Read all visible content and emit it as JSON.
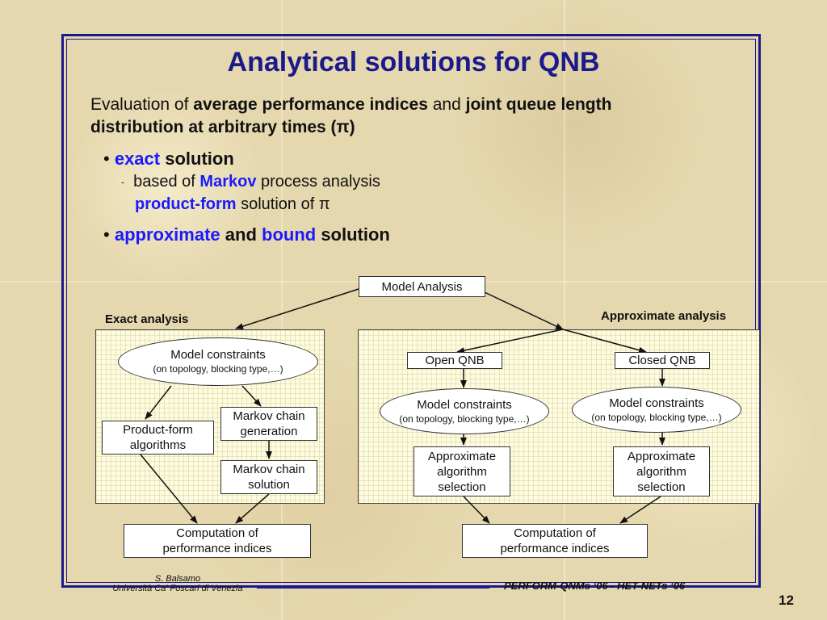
{
  "slide": {
    "title": "Analytical solutions for QNB",
    "intro": {
      "p1": "Evaluation of ",
      "p2": "average performance indices",
      "p3": " and ",
      "p4": "joint queue length",
      "p5": "distribution at arbitrary times (π)"
    },
    "bullet1": {
      "mark": "•",
      "blue": "exact",
      "rest": " solution"
    },
    "sub1": {
      "mark": "-",
      "p1": "based of ",
      "blue": "Markov",
      "p2": " process analysis"
    },
    "sub2": {
      "blue": "product-form",
      "p2": " solution of π"
    },
    "bullet2": {
      "mark": "•",
      "blue1": "approximate",
      "mid": " and ",
      "blue2": "bound",
      "rest": " solution"
    }
  },
  "diagram": {
    "model_analysis": "Model Analysis",
    "exact_label": "Exact analysis",
    "approx_label": "Approximate analysis",
    "exact": {
      "constraints_l1": "Model constraints",
      "constraints_l2": "(on topology, blocking type,…)",
      "product_form_l1": "Product-form",
      "product_form_l2": "algorithms",
      "markov_gen_l1": "Markov chain",
      "markov_gen_l2": "generation",
      "markov_sol_l1": "Markov chain",
      "markov_sol_l2": "solution",
      "computation_l1": "Computation of",
      "computation_l2": "performance indices"
    },
    "approx": {
      "open": "Open QNB",
      "closed": "Closed QNB",
      "constraints_l1": "Model constraints",
      "constraints_l2": "(on topology, blocking type,…)",
      "algo_l1": "Approximate",
      "algo_l2": "algorithm",
      "algo_l3": "selection",
      "computation_l1": "Computation of",
      "computation_l2": "performance indices"
    }
  },
  "footer": {
    "author": "S. Balsamo",
    "university": "Università Ca' Foscari di Venezia",
    "event": "PERFORM-QNMs ‘06 - HET-NETs ‘06",
    "page": "12"
  },
  "colors": {
    "title": "#1a1a8c",
    "accent": "#1a1aff",
    "frame": "#1a1a8c"
  }
}
